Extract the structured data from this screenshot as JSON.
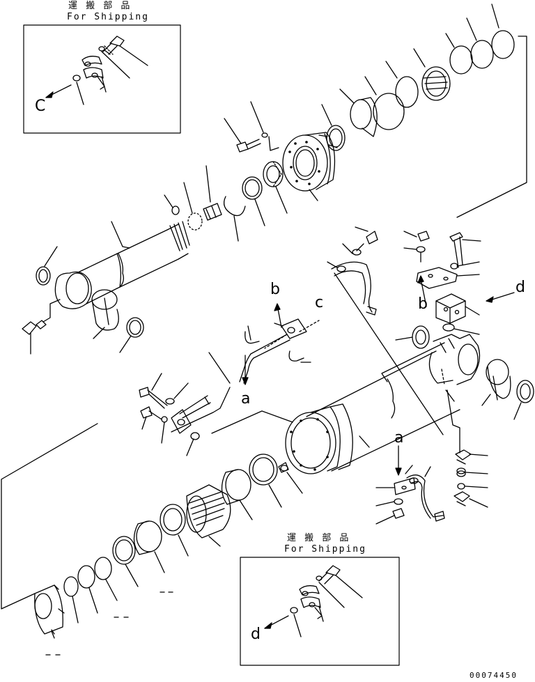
{
  "boxes": {
    "top": {
      "title_jp": "運 搬 部 品",
      "title_en": "For Shipping",
      "arrow_letter": "C"
    },
    "bottom": {
      "title_jp": "運 搬 部 品",
      "title_en": "For Shipping",
      "arrow_letter": "d"
    }
  },
  "callouts": {
    "b_mid": "b",
    "c_mid": "c",
    "a_mid": "a",
    "a_low": "a",
    "b_right": "b",
    "d_right": "d"
  },
  "drawing_code": "00074450",
  "colors": {
    "ink": "#000000",
    "paper": "#ffffff"
  }
}
